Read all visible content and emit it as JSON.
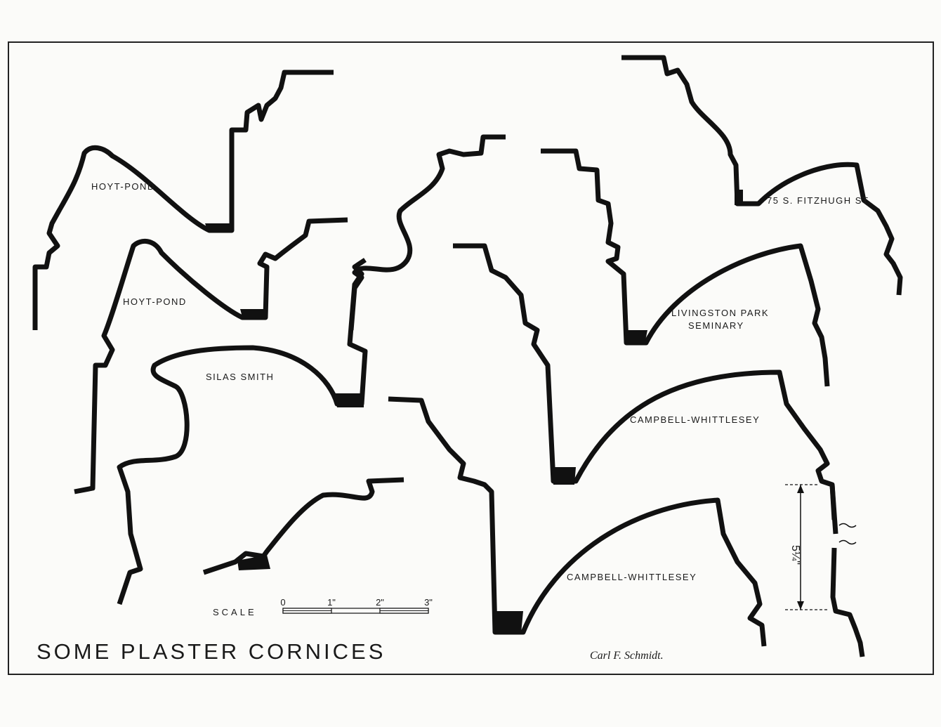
{
  "title": "SOME PLASTER CORNICES",
  "signature": "Carl F. Schmidt.",
  "profiles": [
    {
      "label": "HOYT-POND"
    },
    {
      "label": "HOYT-POND"
    },
    {
      "label": "SILAS SMITH"
    },
    {
      "label": "75 S. FITZHUGH ST."
    },
    {
      "label_line1": "LIVINGSTON PARK",
      "label_line2": "SEMINARY"
    },
    {
      "label": "CAMPBELL-WHITTLESEY"
    },
    {
      "label": "CAMPBELL-WHITTLESEY"
    }
  ],
  "scale": {
    "label": "SCALE",
    "ticks": [
      "0",
      "1\"",
      "2\"",
      "3\""
    ]
  },
  "dimension": {
    "value": "5¼\""
  },
  "colors": {
    "ink": "#111111",
    "paper": "#fbfbf9"
  }
}
